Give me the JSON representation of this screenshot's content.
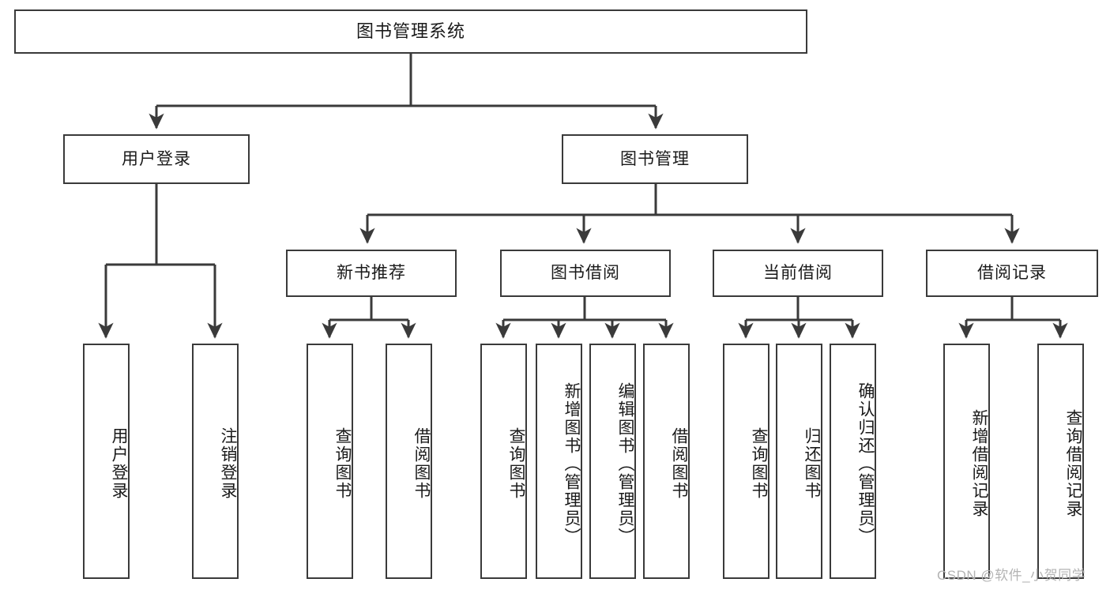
{
  "diagram": {
    "title": "图书管理系统",
    "type": "tree-hierarchy-chart",
    "root": {
      "label": "图书管理系统"
    },
    "level2": [
      {
        "label": "用户登录"
      },
      {
        "label": "图书管理"
      }
    ],
    "level3": [
      {
        "label": "新书推荐"
      },
      {
        "label": "图书借阅"
      },
      {
        "label": "当前借阅"
      },
      {
        "label": "借阅记录"
      }
    ],
    "leaves": {
      "user_login": [
        {
          "label": "用户登录"
        },
        {
          "label": "注销登录"
        }
      ],
      "new_book_recommend": [
        {
          "label": "查询图书"
        },
        {
          "label": "借阅图书"
        }
      ],
      "book_borrow": [
        {
          "label": "查询图书"
        },
        {
          "label": "新增图书（管理员）"
        },
        {
          "label": "编辑图书（管理员）"
        },
        {
          "label": "借阅图书"
        }
      ],
      "current_borrow": [
        {
          "label": "查询图书"
        },
        {
          "label": "归还图书"
        },
        {
          "label": "确认归还（管理员）"
        }
      ],
      "borrow_records": [
        {
          "label": "新增借阅记录"
        },
        {
          "label": "查询借阅记录"
        }
      ]
    }
  },
  "watermark": {
    "text": "CSDN @软件_小贺同学"
  },
  "colors": {
    "box_border": "#3a3a3a",
    "box_fill": "#ffffff",
    "line": "#3a3a3a",
    "text": "#1a1a1a",
    "watermark": "#b3b3b3"
  }
}
